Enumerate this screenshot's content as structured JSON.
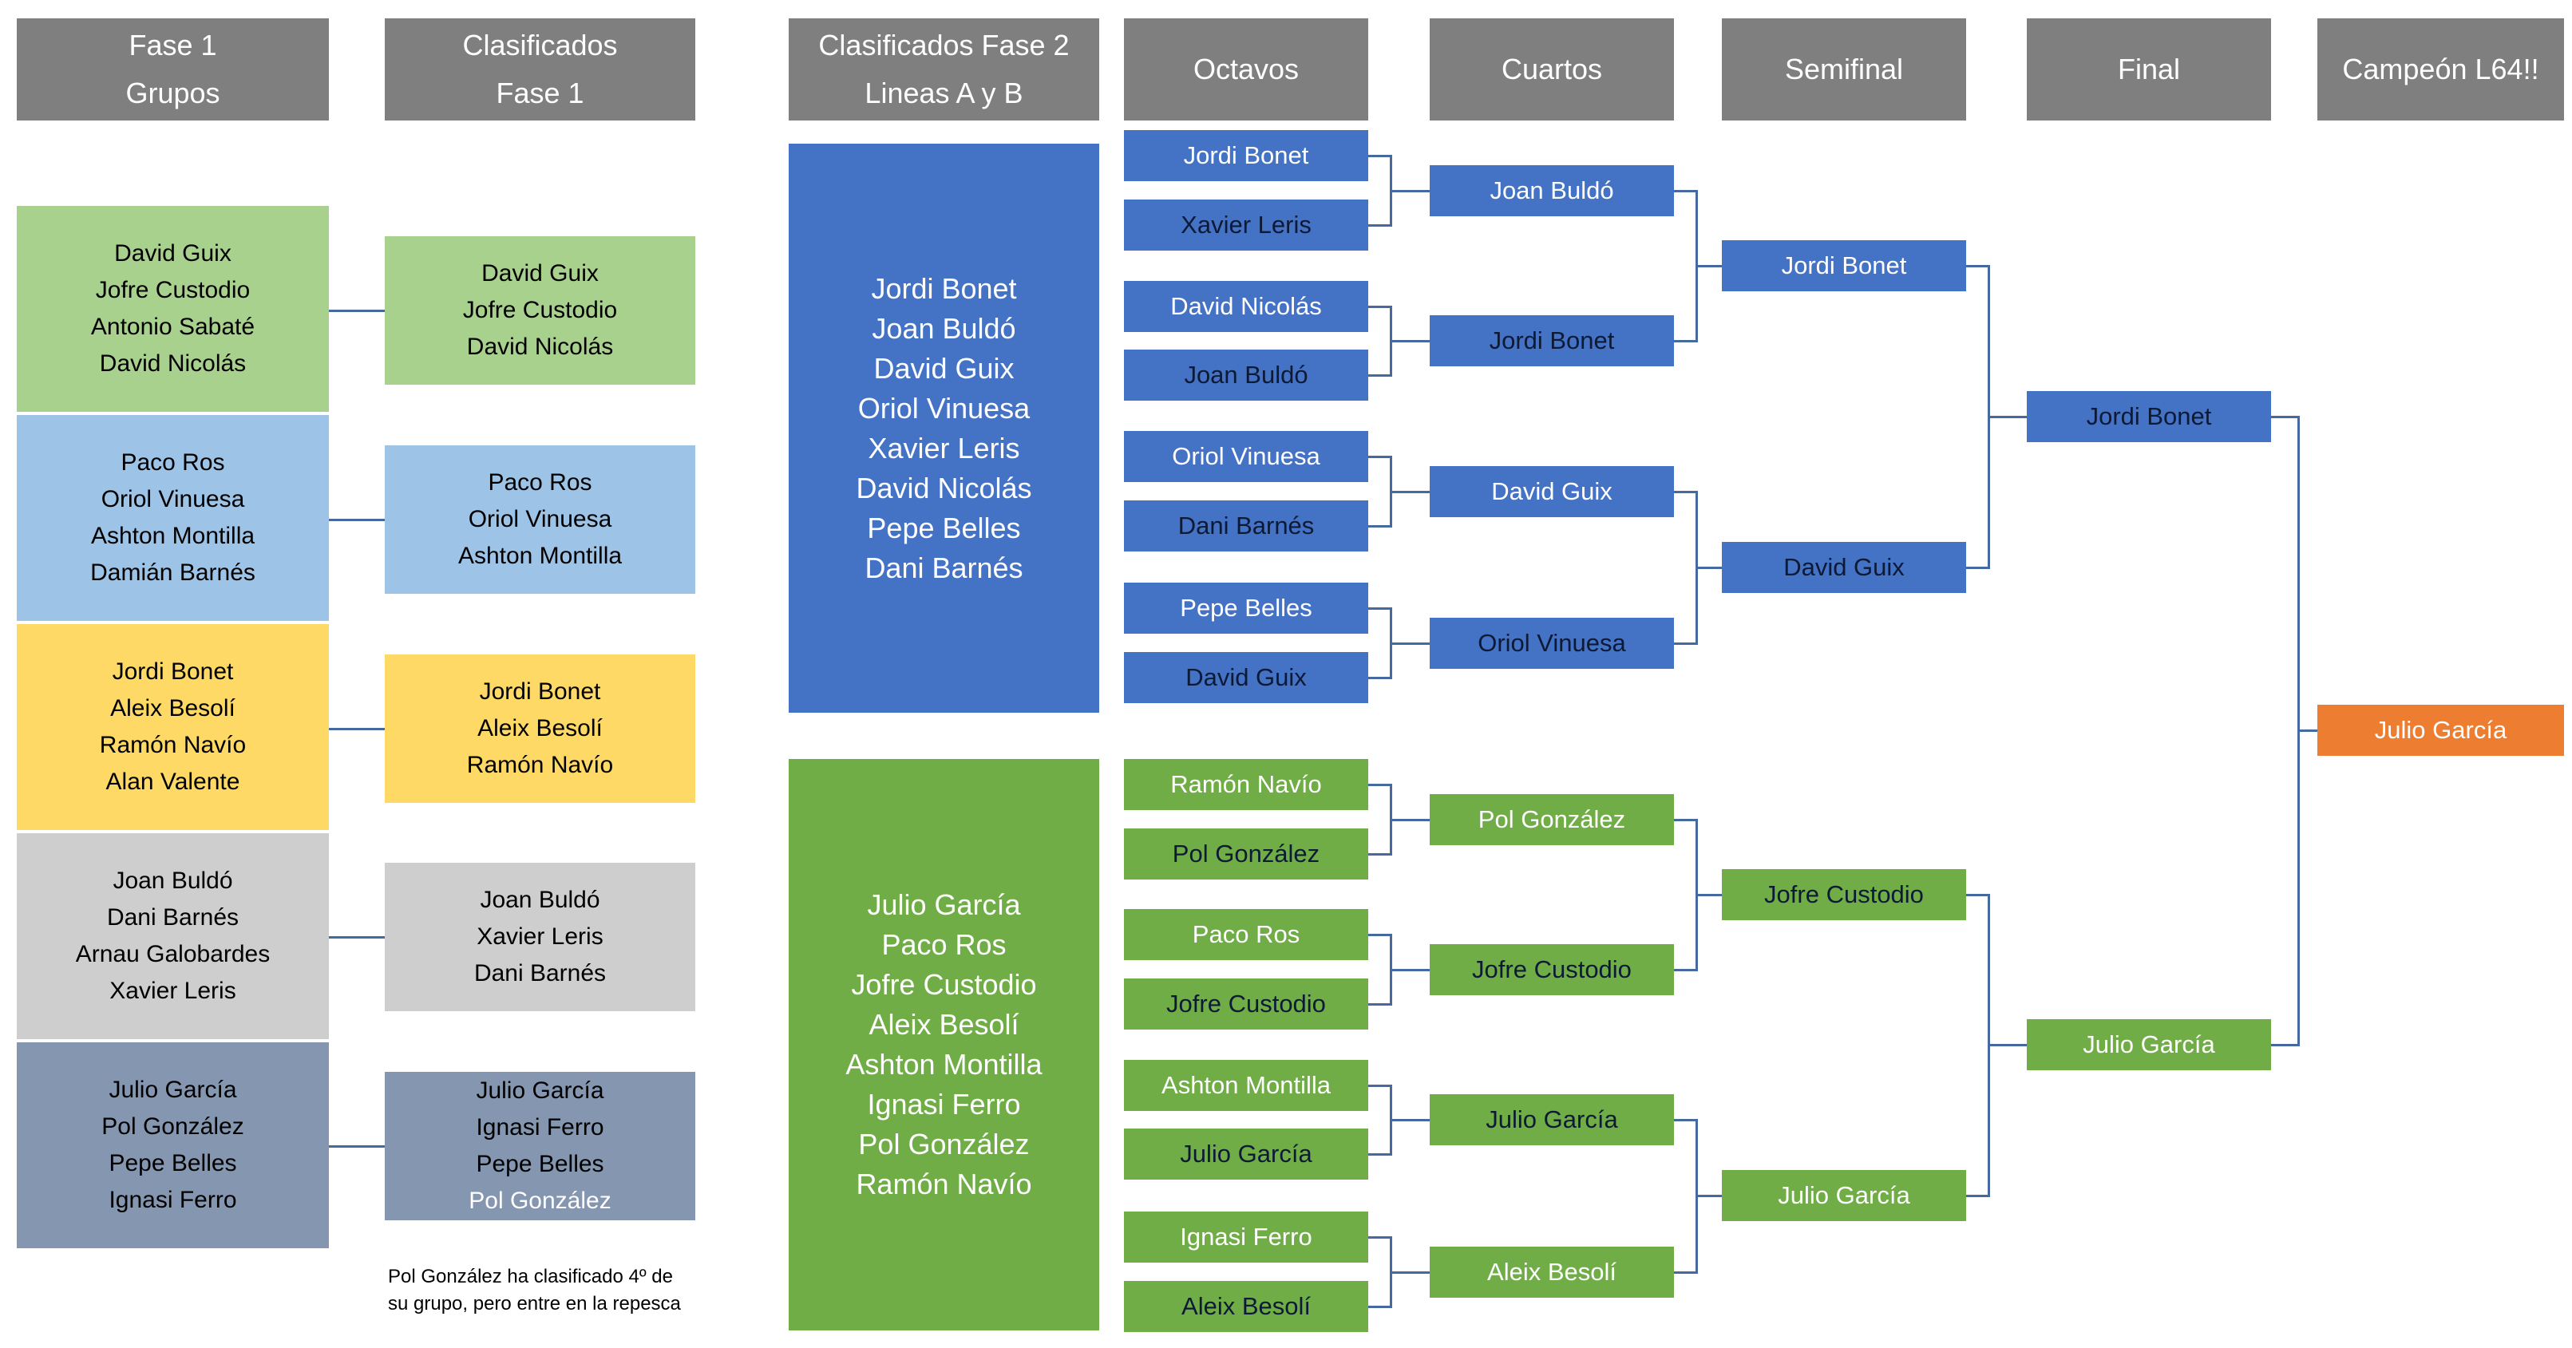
{
  "palette": {
    "header_gray": "#7F7F7F",
    "blue": "#4472C4",
    "green": "#70AD47",
    "orange": "#ED7D31",
    "light_green": "#A9D18E",
    "light_blue": "#9DC3E6",
    "yellow": "#FFD966",
    "light_gray": "#CFCECE",
    "slate": "#8496B0",
    "connector": "#46699F",
    "text_light": "#FFFFFF",
    "text_dark": "#0D1A36",
    "text_black": "#000000"
  },
  "headers": {
    "fase1": [
      "Fase 1",
      "Grupos"
    ],
    "clasificados_fase1": [
      "Clasificados",
      "Fase 1"
    ],
    "clasificados_fase2": [
      "Clasificados Fase 2",
      "Lineas A y B"
    ],
    "octavos": [
      "Octavos"
    ],
    "cuartos": [
      "Cuartos"
    ],
    "semifinal": [
      "Semifinal"
    ],
    "final": [
      "Final"
    ],
    "campeon": [
      "Campeón L64!!"
    ]
  },
  "groups": [
    {
      "color": "green",
      "players": [
        "David Guix",
        "Jofre Custodio",
        "Antonio Sabaté",
        "David Nicolás"
      ]
    },
    {
      "color": "blue",
      "players": [
        "Paco Ros",
        "Oriol Vinuesa",
        "Ashton Montilla",
        "Damián Barnés"
      ]
    },
    {
      "color": "yellow",
      "players": [
        "Jordi Bonet",
        "Aleix Besolí",
        "Ramón Navío",
        "Alan Valente"
      ]
    },
    {
      "color": "gray",
      "players": [
        "Joan Buldó",
        "Dani Barnés",
        "Arnau Galobardes",
        "Xavier Leris"
      ]
    },
    {
      "color": "slate",
      "players": [
        "Julio García",
        "Pol González",
        "Pepe Belles",
        "Ignasi Ferro"
      ]
    }
  ],
  "qualified": [
    {
      "color": "green",
      "players": [
        "David Guix",
        "Jofre Custodio",
        "David Nicolás"
      ]
    },
    {
      "color": "blue",
      "players": [
        "Paco Ros",
        "Oriol Vinuesa",
        "Ashton Montilla"
      ]
    },
    {
      "color": "yellow",
      "players": [
        "Jordi Bonet",
        "Aleix Besolí",
        "Ramón Navío"
      ]
    },
    {
      "color": "gray",
      "players": [
        "Joan Buldó",
        "Xavier Leris",
        "Dani Barnés"
      ]
    },
    {
      "color": "slate",
      "players": [
        "Julio García",
        "Ignasi Ferro",
        "Pepe Belles"
      ],
      "repesca": "Pol González"
    }
  ],
  "linea_a": {
    "players": [
      "Jordi Bonet",
      "Joan Buldó",
      "David Guix",
      "Oriol Vinuesa",
      "Xavier Leris",
      "David Nicolás",
      "Pepe Belles",
      "Dani Barnés"
    ]
  },
  "linea_b": {
    "players": [
      "Julio García",
      "Paco Ros",
      "Jofre Custodio",
      "Aleix Besolí",
      "Ashton Montilla",
      "Ignasi Ferro",
      "Pol González",
      "Ramón Navío"
    ]
  },
  "octavos": {
    "a": [
      "Jordi Bonet",
      "Xavier Leris",
      "David Nicolás",
      "Joan Buldó",
      "Oriol Vinuesa",
      "Dani Barnés",
      "Pepe Belles",
      "David Guix"
    ],
    "b": [
      "Ramón Navío",
      "Pol González",
      "Paco Ros",
      "Jofre Custodio",
      "Ashton Montilla",
      "Julio García",
      "Ignasi Ferro",
      "Aleix Besolí"
    ]
  },
  "cuartos": {
    "a": [
      "Joan Buldó",
      "Jordi Bonet",
      "David Guix",
      "Oriol Vinuesa"
    ],
    "b": [
      "Pol González",
      "Jofre Custodio",
      "Julio García",
      "Aleix Besolí"
    ]
  },
  "semifinal": {
    "a": [
      "Jordi Bonet",
      "David Guix"
    ],
    "b": [
      "Jofre Custodio",
      "Julio García"
    ]
  },
  "final": {
    "a": "Jordi Bonet",
    "b": "Julio García"
  },
  "campeon": "Julio García",
  "note": [
    "Pol González ha clasificado 4º de",
    "su grupo, pero entre en la repesca"
  ]
}
